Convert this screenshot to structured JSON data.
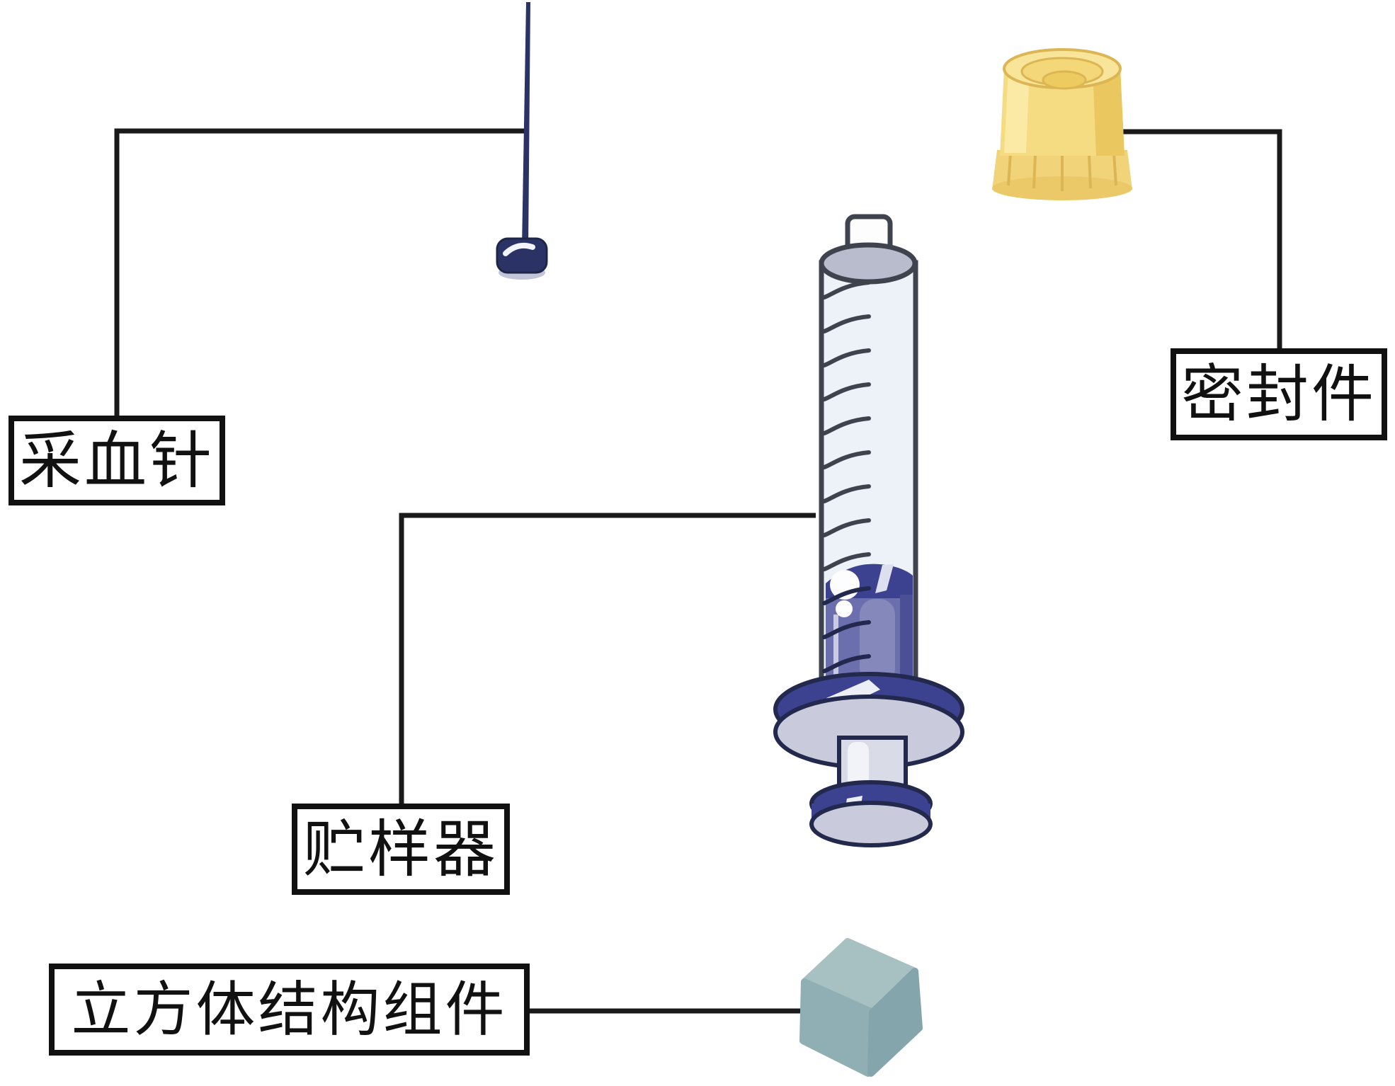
{
  "figure": {
    "background": "#ffffff",
    "labels": [
      {
        "id": "blood-collection-needle",
        "text": "采血针"
      },
      {
        "id": "sealing-part",
        "text": "密封件"
      },
      {
        "id": "sample-reservoir",
        "text": "贮样器"
      },
      {
        "id": "cube-structure-assembly",
        "text": "立方体结构组件"
      }
    ],
    "components": [
      {
        "icon": "needle-icon",
        "label_ref": "blood-collection-needle"
      },
      {
        "icon": "yellow-cap-icon",
        "label_ref": "sealing-part"
      },
      {
        "icon": "syringe-icon",
        "label_ref": "sample-reservoir"
      },
      {
        "icon": "cube-icon",
        "label_ref": "cube-structure-assembly"
      }
    ],
    "colors": {
      "leader": "#1a1a1a",
      "needle_navy": "#2b3366",
      "hub_base": "#c2c5da",
      "cap_yellow": "#f5dc82",
      "cap_shadow": "#eac75f",
      "cap_light": "#fbeaa6",
      "barrel_fill": "#edf1f8",
      "barrel_top": "#b8bccd",
      "outline_dark": "#3e434e",
      "plunger_dark": "#3c4190",
      "plunger_mid": "#6b6fae",
      "plunger_light": "#c9cadb",
      "shaft_gray": "#d9dbe7",
      "cube_top": "#a7c1c2",
      "cube_left": "#8fafb4",
      "cube_right": "#85a5ac"
    }
  }
}
